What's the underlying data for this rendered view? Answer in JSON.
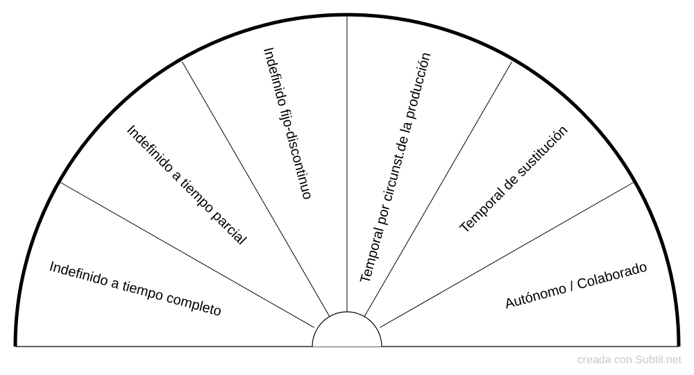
{
  "diagram": {
    "segments": [
      {
        "label": "Indefinido a tiempo completo"
      },
      {
        "label": "Indefinido a tiempo parcial"
      },
      {
        "label": "Indefinido fijo-discontinuo"
      },
      {
        "label": "Temporal por circunst.de la producción"
      },
      {
        "label": "Temporal de sustitución"
      },
      {
        "label": "Autónomo / Colaborado"
      }
    ]
  },
  "footer": {
    "credit": "creada con Subtil.net"
  },
  "colors": {
    "stroke": "#000000",
    "background": "#ffffff",
    "credit": "#c8c8c8"
  }
}
